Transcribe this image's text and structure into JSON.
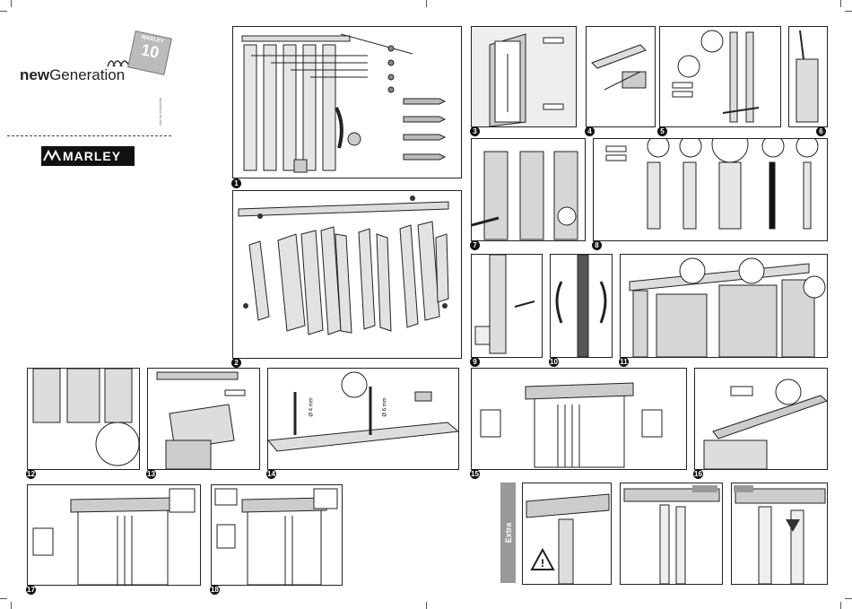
{
  "brand": {
    "new": "new",
    "generation": "Generation",
    "badge_top": "MARLEY",
    "badge_number": "10",
    "company": "MARLEY",
    "code_text": "###  ##  ########"
  },
  "side_label": "Extra",
  "steps": [
    "1",
    "2",
    "3",
    "4",
    "5",
    "6",
    "7",
    "8",
    "9",
    "10",
    "11",
    "12",
    "13",
    "14",
    "15",
    "16",
    "17",
    "18"
  ],
  "measures": {
    "drill_a": "Ø 4 mm",
    "drill_b": "Ø 6 mm"
  },
  "colors": {
    "ink": "#111111",
    "panel_grey": "#d8d8d8",
    "accent_grey": "#999999"
  }
}
